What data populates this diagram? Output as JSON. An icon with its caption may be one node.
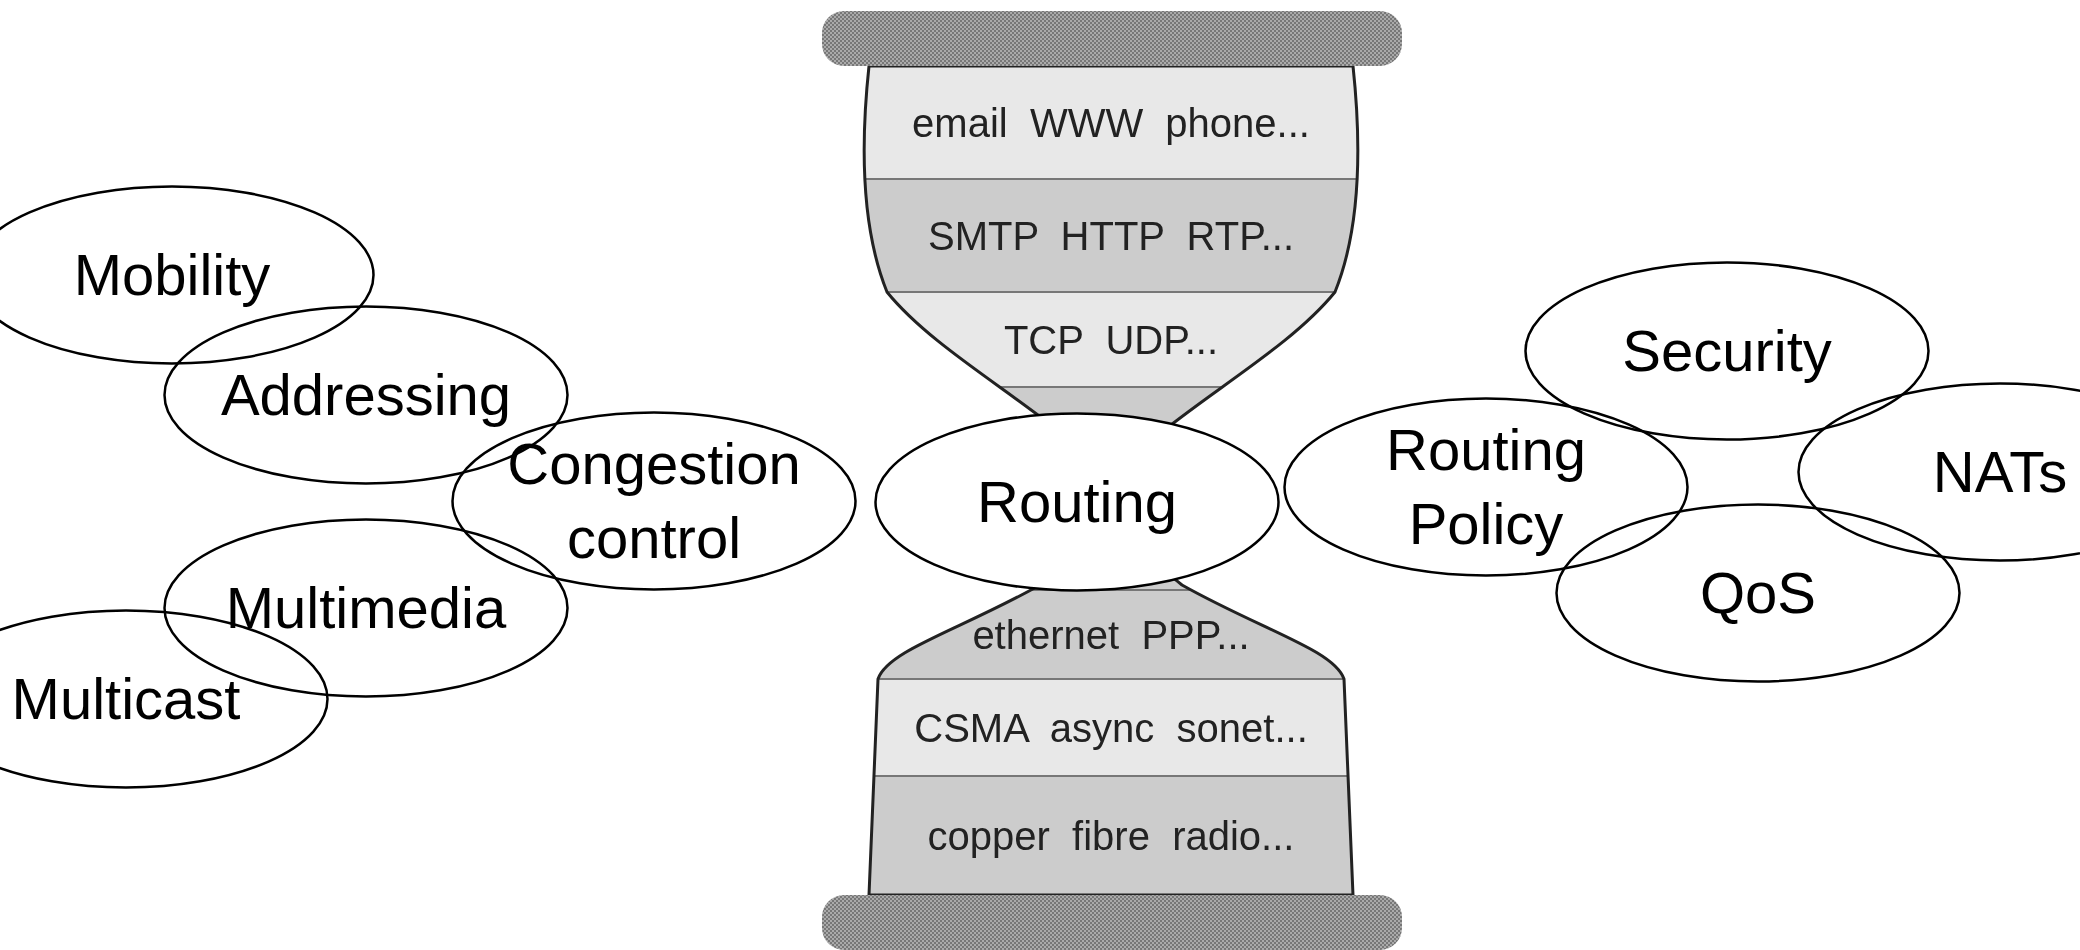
{
  "diagram": {
    "nodes": [
      {
        "text": [
          "email  WWW  phone..."
        ]
      },
      {
        "text": [
          "SMTP  HTTP  RTP..."
        ]
      },
      {
        "text": [
          "TCP  UDP..."
        ]
      },
      {
        "text": [
          "Mobility"
        ]
      },
      {
        "text": [
          "Addressing"
        ]
      },
      {
        "text": [
          "Security"
        ]
      },
      {
        "text": [
          "Congestion control"
        ]
      },
      {
        "text": [
          "Routing"
        ]
      },
      {
        "text": [
          "Routing Policy"
        ]
      },
      {
        "text": [
          "NATs"
        ]
      },
      {
        "text": [
          "QoS"
        ]
      },
      {
        "text": [
          "Multimedia"
        ]
      },
      {
        "text": [
          "Multicast"
        ]
      },
      {
        "text": [
          "ethernet  PPP..."
        ]
      },
      {
        "text": [
          "CSMA  async  sonet..."
        ]
      },
      {
        "text": [
          "copper  fibre  radio..."
        ]
      }
    ],
    "edges": []
  }
}
